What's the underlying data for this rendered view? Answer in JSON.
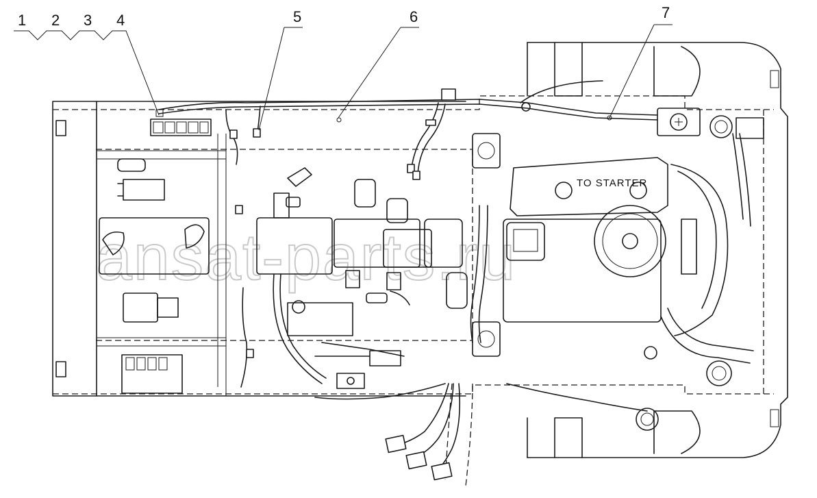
{
  "diagram": {
    "callouts": [
      {
        "id": "c1",
        "label": "1"
      },
      {
        "id": "c2",
        "label": "2"
      },
      {
        "id": "c3",
        "label": "3"
      },
      {
        "id": "c4",
        "label": "4"
      },
      {
        "id": "c5",
        "label": "5"
      },
      {
        "id": "c6",
        "label": "6"
      },
      {
        "id": "c7",
        "label": "7"
      }
    ],
    "engine_label": "TO STARTER",
    "watermark": "ansat-parts.ru"
  }
}
